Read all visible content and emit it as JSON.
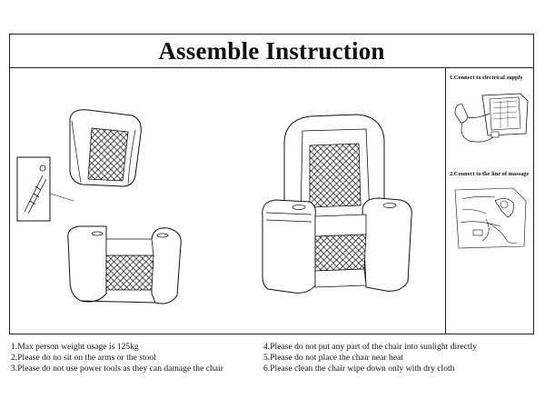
{
  "document": {
    "title": "Assemble Instruction",
    "steps": [
      "1.Connect to electrical supply",
      "2.Connect to the line of massage"
    ],
    "notes_left": [
      "1.Max person weight usage is 125kg",
      "2.Please do no sit on the arms or the stool",
      "3.Please do not use power  tools as they can damage the chair"
    ],
    "notes_right": [
      "4.Please do not put any part of the chair into sunlight directly",
      "5.Please do not place the chair near heat",
      "6.Please clean the chair wipe down only with dry cloth"
    ]
  }
}
